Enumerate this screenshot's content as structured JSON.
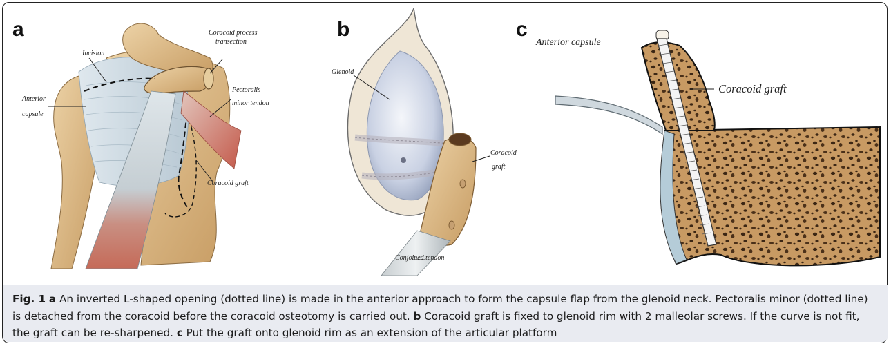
{
  "panels": {
    "a": {
      "letter": "a",
      "labels": {
        "coracoid_process_1": "Coracoid process",
        "coracoid_process_2": "transection",
        "incision": "Incision",
        "anterior": "Anterior",
        "capsule": "capsule",
        "pectoralis": "Pectoralis",
        "minor_tendon": "minor tendon",
        "coracoid_graft": "Coracoid graft"
      }
    },
    "b": {
      "letter": "b",
      "labels": {
        "glenoid": "Glenoid",
        "coracoid": "Coracoid",
        "graft": "graft",
        "conjoined_tendon": "Conjoined tendon"
      }
    },
    "c": {
      "letter": "c",
      "labels": {
        "anterior_capsule": "Anterior capsule",
        "coracoid_graft": "Coracoid graft"
      }
    }
  },
  "caption": {
    "fig_label": "Fig. 1",
    "a_letter": "a",
    "a_text": " An inverted L-shaped opening (dotted line) is made in the anterior approach to form the capsule flap from the glenoid neck. Pectoralis minor (dotted line) is detached from the coracoid before the coracoid osteotomy is carried out. ",
    "b_letter": "b",
    "b_text": " Coracoid graft is fixed to glenoid rim with 2 malleolar screws. If the curve is not fit, the graft can be re-sharpened. ",
    "c_letter": "c",
    "c_text": " Put the graft onto glenoid rim as an extension of the articular platform"
  },
  "colors": {
    "bone": "#d9b98a",
    "bone_dark": "#b88c55",
    "capsule": "#c9d6df",
    "muscle": "#c9705f",
    "cancellous": "#c9a06a",
    "caption_bg": "#e9ebf1"
  }
}
